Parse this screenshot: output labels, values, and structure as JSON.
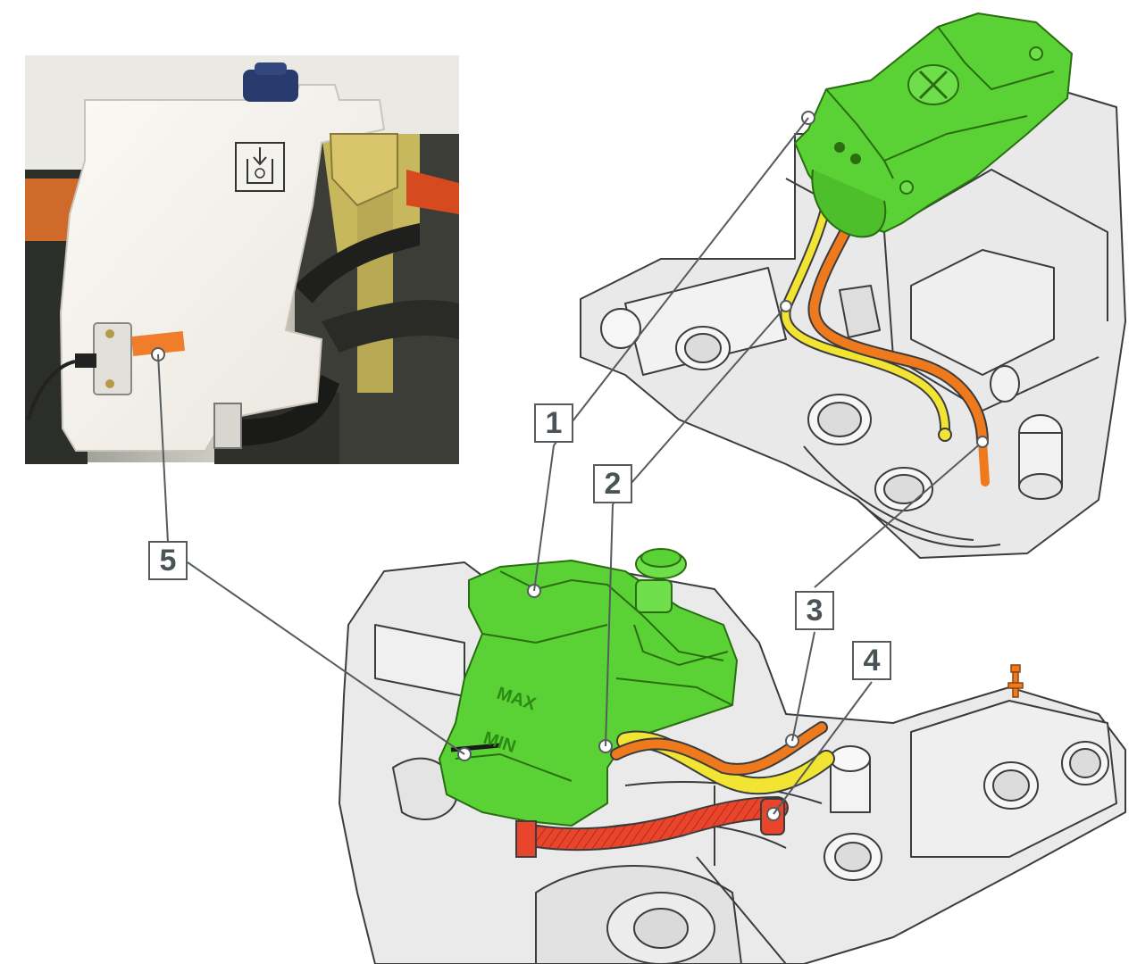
{
  "callouts": [
    {
      "id": "1",
      "label": "1",
      "part": "expansion tank"
    },
    {
      "id": "2",
      "label": "2",
      "part": "yellow hose"
    },
    {
      "id": "3",
      "label": "3",
      "part": "orange hose"
    },
    {
      "id": "4",
      "label": "4",
      "part": "red hose clamp"
    },
    {
      "id": "5",
      "label": "5",
      "part": "level sensor"
    }
  ],
  "tank_markings": {
    "max": "MAX",
    "min": "MIN"
  },
  "colors": {
    "tank_green": "#5ad135",
    "hose_yellow": "#f2e432",
    "hose_orange": "#ef7a1e",
    "hose_red": "#e8452c",
    "engine_gray": "#e8e8e8",
    "outline": "#3c3c3c",
    "leader": "#555b5e"
  },
  "icons": {
    "sensor_label": "level-warning-icon"
  }
}
